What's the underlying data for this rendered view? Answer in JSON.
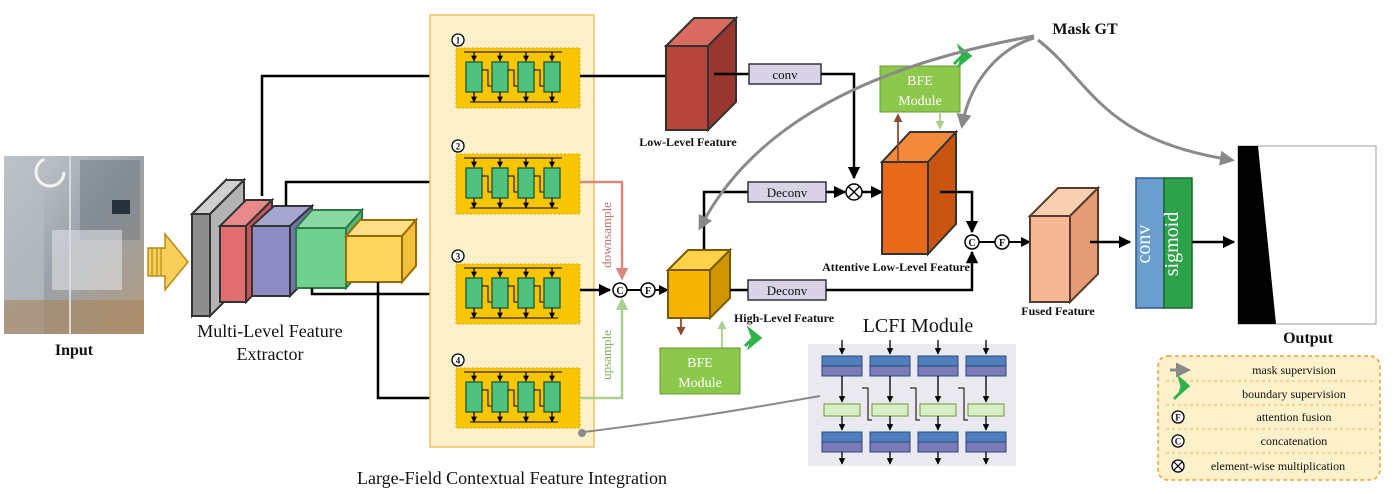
{
  "input": {
    "label": "Input"
  },
  "extractor": {
    "label_line1": "Multi-Level Feature",
    "label_line2": "Extractor"
  },
  "lcfi_container": {
    "label": "Large-Field Contextual Feature Integration",
    "branches": [
      "1",
      "2",
      "3",
      "4"
    ]
  },
  "arrows": {
    "downsample": "downsample",
    "upsample": "upsample"
  },
  "features": {
    "low_level": "Low-Level Feature",
    "high_level": "High-Level Feature",
    "attentive_low_level": "Attentive Low-Level Feature",
    "fused": "Fused Feature"
  },
  "ops": {
    "conv": "conv",
    "deconv_top": "Deconv",
    "deconv_bottom": "Deconv"
  },
  "bfe": {
    "top_line1": "BFE",
    "top_line2": "Module",
    "bottom_line1": "BFE",
    "bottom_line2": "Module"
  },
  "head": {
    "conv": "conv",
    "sigmoid": "sigmoid"
  },
  "mask_gt": "Mask GT",
  "output": {
    "label": "Output"
  },
  "lcfi_module": {
    "title": "LCFI Module"
  },
  "symbols": {
    "concat": "C",
    "fusion": "F",
    "multiply": "⊗"
  },
  "legend": {
    "items": [
      {
        "icon": "gray-arrow-icon",
        "text": "mask supervision"
      },
      {
        "icon": "green-arrow-icon",
        "text": "boundary supervision"
      },
      {
        "icon": "fusion-icon",
        "text": "attention fusion"
      },
      {
        "icon": "concat-icon",
        "text": "concatenation"
      },
      {
        "icon": "multiply-icon",
        "text": "element-wise multiplication"
      }
    ]
  },
  "colors": {
    "lcfi_bg": "#fdf1cc",
    "block_yellow": "#f8c600",
    "block_green": "#4fc27f",
    "low_level_red": "#b6453c",
    "high_level_yellow": "#f4b400",
    "attentive_orange": "#e8691a",
    "fused_peach": "#f6b894",
    "bfe_green": "#8cc84b",
    "conv_blue": "#6a9ecf",
    "sigmoid_green": "#2da24a",
    "op_purple": "#d9d3e8"
  }
}
